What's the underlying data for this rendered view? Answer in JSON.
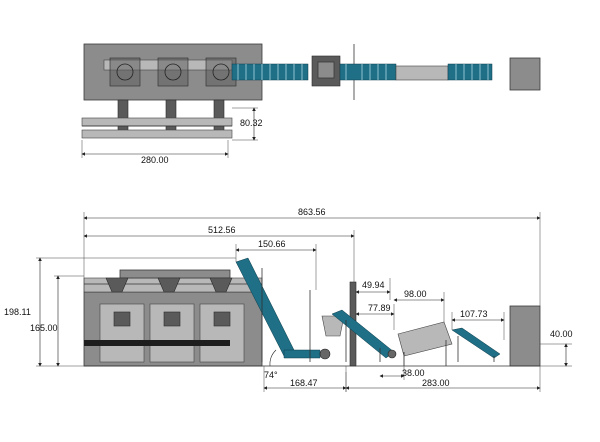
{
  "top_view": {
    "dimensions": {
      "height": "80.32",
      "width": "280.00"
    }
  },
  "side_view": {
    "dimensions": {
      "overall_length": "863.56",
      "to_column": "512.56",
      "incline_top": "150.66",
      "overall_height": "198.11",
      "frame_height": "165.00",
      "incline_angle": "74°",
      "incline_base": "168.47",
      "column_offset": "49.94",
      "second_incline": "77.89",
      "drum_length": "98.00",
      "drum_clearance": "38.00",
      "outfeed_conveyor": "107.73",
      "outfeed_height": "40.00",
      "lower_span": "283.00"
    }
  },
  "colors": {
    "machine_gray": "#8c8c8c",
    "conveyor_blue": "#1f6f86"
  }
}
